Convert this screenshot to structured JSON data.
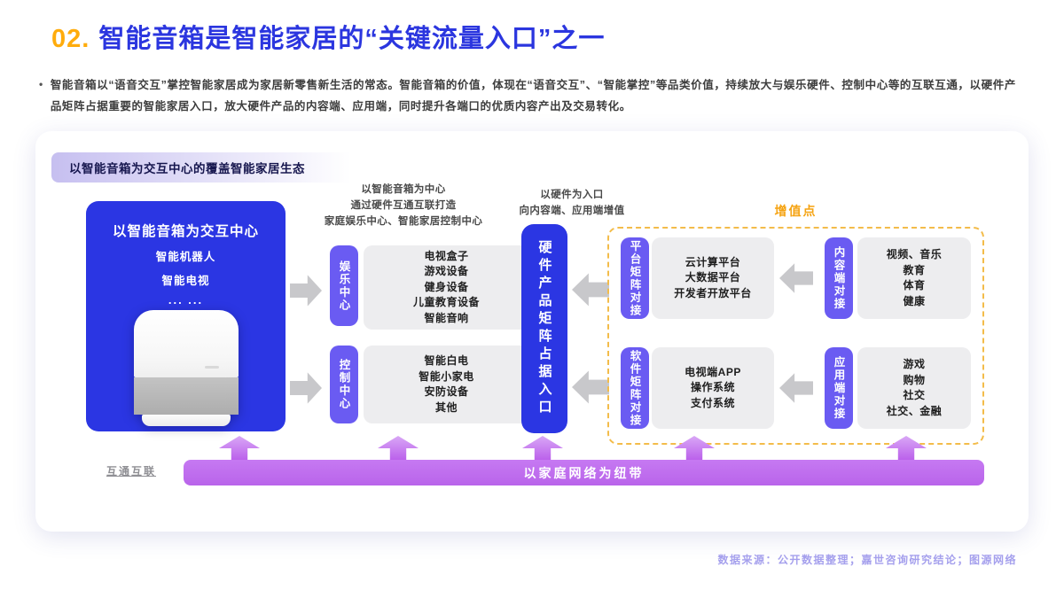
{
  "page": {
    "title_number": "02.",
    "title_text": "智能音箱是智能家居的“关键流量入口”之一",
    "bullet_glyph": "•",
    "bullet_text": "智能音箱以“语音交互”掌控智能家居成为家居新零售新生活的常态。智能音箱的价值，体现在“语音交互”、“智能掌控”等品类价值，持续放大与娱乐硬件、控制中心等的互联互通，以硬件产品矩阵占据重要的智能家居入口，放大硬件产品的内容端、应用端，同时提升各端口的优质内容产出及交易转化。",
    "footer": "数据来源：公开数据整理；嘉世咨询研究结论；图源网络"
  },
  "diagram": {
    "header_badge": "以智能音箱为交互中心的覆盖智能家居生态",
    "hub": {
      "title": "以智能音箱为交互中心",
      "items": [
        "智能机器人",
        "智能电视"
      ],
      "ellipsis": "... ..."
    },
    "left_note": [
      "以智能音箱为中心",
      "通过硬件互通互联打造",
      "家庭娱乐中心、智能家居控制中心"
    ],
    "center_note": [
      "以硬件为入口",
      "向内容端、应用端增值"
    ],
    "entertainment": {
      "label": "娱乐中心",
      "items": [
        "电视盒子",
        "游戏设备",
        "健身设备",
        "儿童教育设备",
        "智能音响"
      ]
    },
    "control": {
      "label": "控制中心",
      "items": [
        "智能白电",
        "智能小家电",
        "安防设备",
        "其他"
      ]
    },
    "pillar": "硬件产品矩阵占据入口",
    "value_add": {
      "label": "增值点",
      "rows": [
        {
          "matrix_pill": "平台矩阵对接",
          "matrix_items": [
            "云计算平台",
            "大数据平台",
            "开发者开放平台"
          ],
          "source_pill": "内容端对接",
          "source_items": [
            "视频、音乐",
            "教育",
            "体育",
            "健康"
          ]
        },
        {
          "matrix_pill": "软件矩阵对接",
          "matrix_items": [
            "电视端APP",
            "操作系统",
            "支付系统"
          ],
          "source_pill": "应用端对接",
          "source_items": [
            "游戏",
            "购物",
            "社交",
            "社交、金融"
          ]
        }
      ]
    },
    "network_bar": "以家庭网络为纽带",
    "interconnect_label": "互通互联"
  },
  "colors": {
    "title_accent": "#FFAC0C",
    "title_blue": "#2B36DF",
    "hub_blue": "#2B36E3",
    "pill_purple": "#6A5BF2",
    "panel_gray": "#EDEDEF",
    "arrow_gray": "#C8C8CB",
    "dashed_border": "#F3BC4A",
    "value_label_orange": "#F5A312",
    "network_bar_purple": "#BE6EEE",
    "footer_purple": "#A5A0ED"
  }
}
